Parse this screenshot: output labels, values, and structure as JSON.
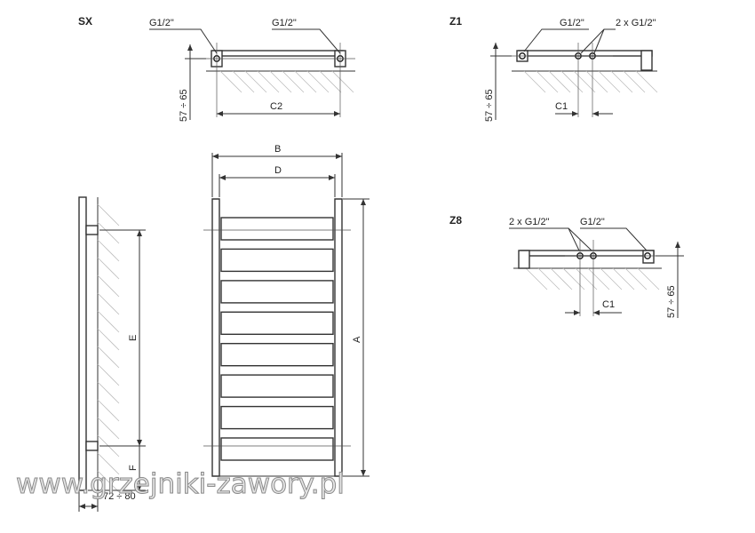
{
  "variants": {
    "sx": {
      "title": "SX",
      "port_left": "G1/2\"",
      "port_right": "G1/2\"",
      "depth": "57 ÷ 65",
      "spacing": "C2"
    },
    "z1": {
      "title": "Z1",
      "port_single": "G1/2\"",
      "port_double": "2 x G1/2\"",
      "depth": "57 ÷ 65",
      "spacing": "C1"
    },
    "z8": {
      "title": "Z8",
      "port_double": "2 x G1/2\"",
      "port_single": "G1/2\"",
      "depth": "57 ÷ 65",
      "spacing": "C1"
    }
  },
  "side_view": {
    "label_e": "E",
    "label_f": "F",
    "wall_offset": "72 ÷ 80"
  },
  "front_view": {
    "label_b": "B",
    "label_d": "D",
    "label_a": "A",
    "rung_count": 8
  },
  "watermark": "www.grzejniki-zawory.pl"
}
